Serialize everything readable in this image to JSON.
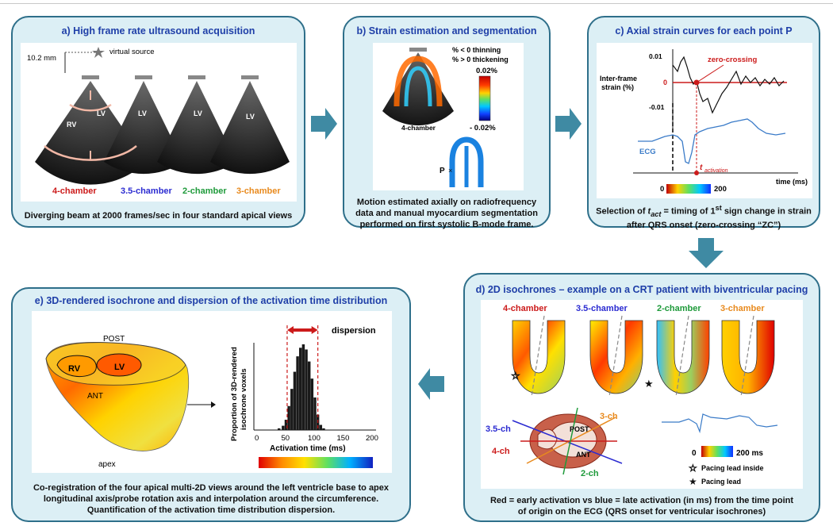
{
  "colors": {
    "panel_bg": "#dceff5",
    "panel_border": "#2e6f8a",
    "title_blue": "#1f3fa8",
    "arrow": "#3f8aa3",
    "red": "#cc1b1b",
    "blue": "#2b2bd1",
    "green": "#1e9a3a",
    "orange": "#e88a1e",
    "ecg": "#3a7bc8"
  },
  "panel_a": {
    "title": "a) High frame rate ultrasound acquisition",
    "distance": "10.2 mm",
    "virtual_source": "virtual source",
    "labels": {
      "rv": "RV",
      "lv": "LV"
    },
    "views": [
      "4-chamber",
      "3.5-chamber",
      "2-chamber",
      "3-chamber"
    ],
    "caption": "Diverging beam at 2000 frames/sec in four standard apical views"
  },
  "panel_b": {
    "title": "b) Strain estimation and segmentation",
    "legend_neg": "% < 0  thinning",
    "legend_pos": "% > 0  thickening",
    "scale_max": "0.02%",
    "scale_min": "- 0.02%",
    "view": "4-chamber",
    "point": "P",
    "caption": [
      "Motion estimated axially on radiofrequency",
      "data and manual myocardium segmentation",
      "performed on first systolic B-mode frame."
    ]
  },
  "panel_c": {
    "title": "c) Axial strain curves for each point P",
    "ylabel": [
      "Inter-frame",
      "strain (%)"
    ],
    "ticks": [
      "0.01",
      "0",
      "-0.01"
    ],
    "zero_crossing": "zero-crossing",
    "ecg": "ECG",
    "t_activation": "t",
    "t_activation_sub": "activation",
    "xlabel": "time (ms)",
    "scale_min": "0",
    "scale_max": "200",
    "caption_pre": "Selection of ",
    "caption_t": "t",
    "caption_sub": "act",
    "caption_mid": " = timing of 1",
    "caption_sup": "st",
    "caption_post": " sign change in strain",
    "caption2": "after QRS onset (zero-crossing “ZC”)"
  },
  "panel_d": {
    "title": "d) 2D isochrones – example on a CRT patient with biventricular pacing",
    "views": [
      "4-chamber",
      "3.5-chamber",
      "2-chamber",
      "3-chamber"
    ],
    "axes": {
      "ch35": "3.5-ch",
      "ch3": "3-ch",
      "ch4": "4-ch",
      "ch2": "2-ch",
      "post": "POST",
      "ant": "ANT"
    },
    "scale_min": "0",
    "scale_max": "200 ms",
    "legend_inside": "Pacing lead inside",
    "legend_lead": "Pacing lead",
    "caption": [
      "Red  = early activation vs blue =  late activation (in ms) from the time point",
      "of origin on the ECG (QRS onset for ventricular isochrones)"
    ]
  },
  "panel_e": {
    "title": "e) 3D-rendered isochrone and dispersion of the activation time distribution",
    "post": "POST",
    "ant": "ANT",
    "rv": "RV",
    "lv": "LV",
    "apex": "apex",
    "dispersion": "dispersion",
    "ylabel": [
      "Proportion of  3D-rendered",
      "isochrone voxels"
    ],
    "xlabel": "Activation time (ms)",
    "xticks": [
      "0",
      "50",
      "100",
      "150",
      "200"
    ],
    "caption": [
      "Co-registration of the four apical multi-2D views around the left ventricle base to apex",
      "longitudinal axis/probe rotation axis and interpolation around the circumference.",
      "Quantification of the activation time distribution dispersion."
    ]
  },
  "chart_data": {
    "type": "bar",
    "xlabel": "Activation time (ms)",
    "ylabel": "Proportion of  3D-rendered isochrone voxels",
    "xlim": [
      0,
      200
    ],
    "x": [
      38,
      45,
      50,
      55,
      60,
      65,
      70,
      75,
      80,
      85,
      90,
      95,
      100,
      105,
      110,
      115
    ],
    "values": [
      0.02,
      0.05,
      0.12,
      0.28,
      0.48,
      0.68,
      0.86,
      0.96,
      1.0,
      0.94,
      0.8,
      0.6,
      0.38,
      0.18,
      0.06,
      0.02
    ],
    "dispersion_range": [
      52,
      105
    ]
  }
}
